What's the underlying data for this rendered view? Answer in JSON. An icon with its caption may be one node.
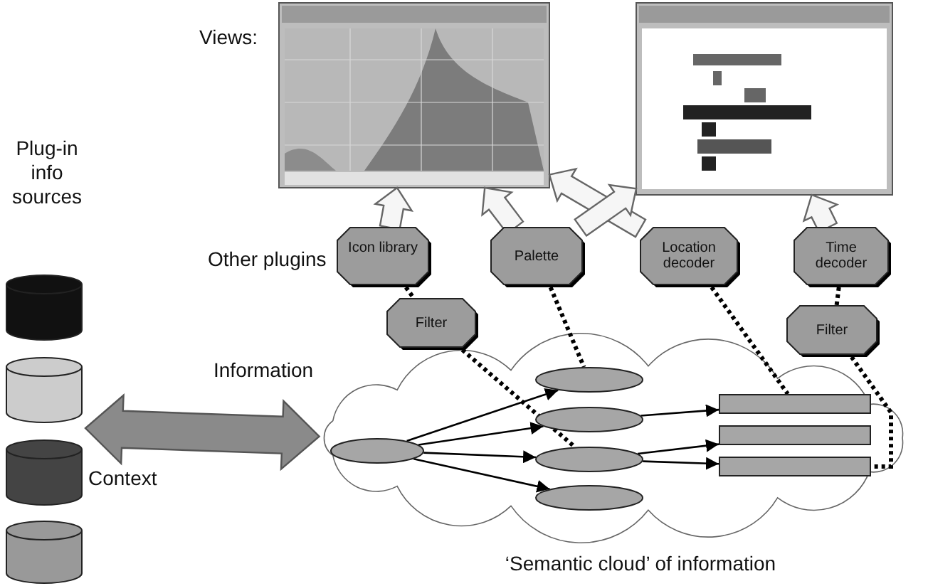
{
  "diagram": {
    "nodes": [
      {
        "text": [],
        "shape": "picture"
      },
      {
        "text": [],
        "shape": "picture"
      },
      {
        "text": [
          "Icon library"
        ]
      },
      {
        "text": [
          "Palette"
        ]
      },
      {
        "text": [
          "Location decoder"
        ]
      },
      {
        "text": [
          "Time decoder"
        ]
      },
      {
        "text": [
          "Filter"
        ]
      },
      {
        "text": [
          "Filter"
        ]
      },
      {
        "text": [],
        "shape": "cloud"
      },
      {
        "text": [],
        "shape": "ellipse",
        "in": 8
      },
      {
        "text": [],
        "shape": "ellipse",
        "in": 8
      },
      {
        "text": [],
        "shape": "ellipse",
        "in": 8
      },
      {
        "text": [],
        "shape": "ellipse",
        "in": 8
      },
      {
        "text": [],
        "shape": "ellipse",
        "in": 8
      },
      {
        "text": [],
        "shape": "bar",
        "in": 8
      },
      {
        "text": [],
        "shape": "bar",
        "in": 8
      },
      {
        "text": [],
        "shape": "bar",
        "in": 8
      },
      {
        "text": [],
        "shape": "cylinder"
      },
      {
        "text": [],
        "shape": "cylinder"
      },
      {
        "text": [],
        "shape": "cylinder"
      },
      {
        "text": [],
        "shape": "cylinder"
      }
    ],
    "edges": [
      {
        "from": 2,
        "to": 0,
        "arrow": "to",
        "style": "thick"
      },
      {
        "from": 3,
        "to": 0,
        "arrow": "to",
        "style": "thick"
      },
      {
        "from": 4,
        "to": 0,
        "arrow": "to",
        "style": "thick"
      },
      {
        "from": 3,
        "to": 1,
        "arrow": "to",
        "style": "thick"
      },
      {
        "from": 5,
        "to": 1,
        "arrow": "to",
        "style": "thick"
      },
      {
        "from": 2,
        "to": 6,
        "arrow": "none",
        "style": "dashed"
      },
      {
        "from": 6,
        "to": 12,
        "arrow": "none",
        "style": "dashed"
      },
      {
        "from": 3,
        "to": 10,
        "arrow": "none",
        "style": "dashed"
      },
      {
        "from": 4,
        "to": 14,
        "arrow": "none",
        "style": "dashed"
      },
      {
        "from": 5,
        "to": 7,
        "arrow": "none",
        "style": "dashed"
      },
      {
        "from": 7,
        "to": 16,
        "arrow": "none",
        "style": "dashed"
      },
      {
        "from": 9,
        "to": 10,
        "arrow": "to"
      },
      {
        "from": 9,
        "to": 11,
        "arrow": "to"
      },
      {
        "from": 9,
        "to": 12,
        "arrow": "to"
      },
      {
        "from": 9,
        "to": 13,
        "arrow": "to"
      },
      {
        "from": 11,
        "to": 14,
        "arrow": "to"
      },
      {
        "from": 12,
        "to": 15,
        "arrow": "to"
      },
      {
        "from": 12,
        "to": 16,
        "arrow": "to"
      },
      {
        "from": null,
        "to": 8,
        "arrow": "both",
        "style": "thick"
      }
    ],
    "caption": "‘Semantic cloud’ of information",
    "labels": [
      "Views:",
      "Plug-in info sources",
      "Other plugins",
      "Information",
      "Context"
    ]
  }
}
